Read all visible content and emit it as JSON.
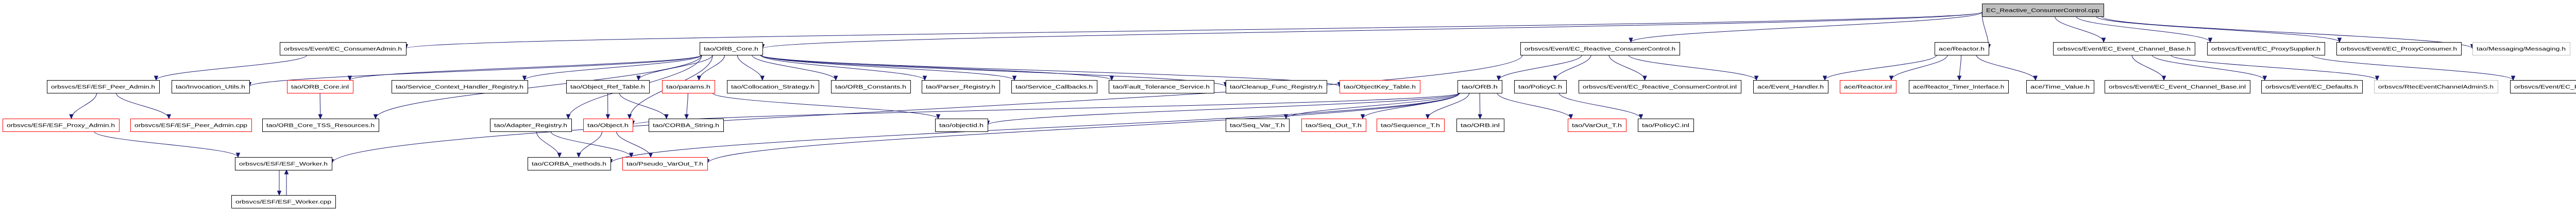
{
  "title": "EC_Reactive_ConsumerControl.cpp include dependency graph",
  "colors": {
    "edge": "#191970",
    "normal_border": "#000000",
    "red_border": "#ff0000",
    "gray_border": "#bfbfbf",
    "root_fill": "#bfbfbf"
  },
  "nodes": [
    {
      "id": "root",
      "label": "EC_Reactive_ConsumerControl.cpp",
      "style": "root"
    },
    {
      "id": "ec_consumeradmin_h",
      "label": "orbsvcs/Event/EC_ConsumerAdmin.h",
      "style": "normal"
    },
    {
      "id": "orb_core_h",
      "label": "tao/ORB_Core.h",
      "style": "normal"
    },
    {
      "id": "ec_rcc_h",
      "label": "orbsvcs/Event/EC_Reactive_ConsumerControl.h",
      "style": "normal"
    },
    {
      "id": "reactor_h",
      "label": "ace/Reactor.h",
      "style": "normal"
    },
    {
      "id": "ec_ecb_h",
      "label": "orbsvcs/Event/EC_Event_Channel_Base.h",
      "style": "normal"
    },
    {
      "id": "ec_proxysupplier_h",
      "label": "orbsvcs/Event/EC_ProxySupplier.h",
      "style": "normal"
    },
    {
      "id": "ec_proxyconsumer_h",
      "label": "orbsvcs/Event/EC_ProxyConsumer.h",
      "style": "normal"
    },
    {
      "id": "messaging_h",
      "label": "tao/Messaging/Messaging.h",
      "style": "gray"
    },
    {
      "id": "esf_peer_admin_h",
      "label": "orbsvcs/ESF/ESF_Peer_Admin.h",
      "style": "normal"
    },
    {
      "id": "invocation_utils_h",
      "label": "tao/Invocation_Utils.h",
      "style": "normal"
    },
    {
      "id": "orb_core_inl",
      "label": "tao/ORB_Core.inl",
      "style": "red"
    },
    {
      "id": "sch_registry_h",
      "label": "tao/Service_Context_Handler_Registry.h",
      "style": "normal"
    },
    {
      "id": "object_ref_table_h",
      "label": "tao/Object_Ref_Table.h",
      "style": "normal"
    },
    {
      "id": "params_h",
      "label": "tao/params.h",
      "style": "red"
    },
    {
      "id": "collocation_strategy_h",
      "label": "tao/Collocation_Strategy.h",
      "style": "normal"
    },
    {
      "id": "orb_constants_h",
      "label": "tao/ORB_Constants.h",
      "style": "normal"
    },
    {
      "id": "parser_registry_h",
      "label": "tao/Parser_Registry.h",
      "style": "normal"
    },
    {
      "id": "service_callbacks_h",
      "label": "tao/Service_Callbacks.h",
      "style": "normal"
    },
    {
      "id": "fault_tolerance_h",
      "label": "tao/Fault_Tolerance_Service.h",
      "style": "normal"
    },
    {
      "id": "cleanup_func_h",
      "label": "tao/Cleanup_Func_Registry.h",
      "style": "normal"
    },
    {
      "id": "objectkey_table_h",
      "label": "tao/ObjectKey_Table.h",
      "style": "red"
    },
    {
      "id": "orb_h",
      "label": "tao/ORB.h",
      "style": "normal"
    },
    {
      "id": "policyc_h",
      "label": "tao/PolicyC.h",
      "style": "normal"
    },
    {
      "id": "ec_rcc_inl",
      "label": "orbsvcs/Event/EC_Reactive_ConsumerControl.inl",
      "style": "normal"
    },
    {
      "id": "event_handler_h",
      "label": "ace/Event_Handler.h",
      "style": "normal"
    },
    {
      "id": "reactor_inl",
      "label": "ace/Reactor.inl",
      "style": "red"
    },
    {
      "id": "reactor_timer_h",
      "label": "ace/Reactor_Timer_Interface.h",
      "style": "normal"
    },
    {
      "id": "time_value_h",
      "label": "ace/Time_Value.h",
      "style": "normal"
    },
    {
      "id": "ec_ecb_inl",
      "label": "orbsvcs/Event/EC_Event_Channel_Base.inl",
      "style": "normal"
    },
    {
      "id": "ec_defaults_h",
      "label": "orbsvcs/Event/EC_Defaults.h",
      "style": "normal"
    },
    {
      "id": "rtec_admins_h",
      "label": "orbsvcs/RtecEventChannelAdminS.h",
      "style": "gray"
    },
    {
      "id": "ec_proxysupplier_inl",
      "label": "orbsvcs/Event/EC_ProxySupplier.inl",
      "style": "normal"
    },
    {
      "id": "esf_proxy_admin_h",
      "label": "orbsvcs/ESF/ESF_Proxy_Admin.h",
      "style": "red"
    },
    {
      "id": "esf_peer_admin_cpp",
      "label": "orbsvcs/ESF/ESF_Peer_Admin.cpp",
      "style": "red"
    },
    {
      "id": "orb_core_tss_h",
      "label": "tao/ORB_Core_TSS_Resources.h",
      "style": "normal"
    },
    {
      "id": "adapter_registry_h",
      "label": "tao/Adapter_Registry.h",
      "style": "normal"
    },
    {
      "id": "object_h",
      "label": "tao/Object.h",
      "style": "red"
    },
    {
      "id": "corba_string_h",
      "label": "tao/CORBA_String.h",
      "style": "normal"
    },
    {
      "id": "objectid_h",
      "label": "tao/objectid.h",
      "style": "normal"
    },
    {
      "id": "seq_var_t_h",
      "label": "tao/Seq_Var_T.h",
      "style": "normal"
    },
    {
      "id": "seq_out_t_h",
      "label": "tao/Seq_Out_T.h",
      "style": "red"
    },
    {
      "id": "sequence_t_h",
      "label": "tao/Sequence_T.h",
      "style": "red"
    },
    {
      "id": "orb_inl",
      "label": "tao/ORB.inl",
      "style": "normal"
    },
    {
      "id": "varout_t_h",
      "label": "tao/VarOut_T.h",
      "style": "red"
    },
    {
      "id": "policyc_inl",
      "label": "tao/PolicyC.inl",
      "style": "normal"
    },
    {
      "id": "esf_worker_h",
      "label": "orbsvcs/ESF/ESF_Worker.h",
      "style": "normal"
    },
    {
      "id": "corba_methods_h",
      "label": "tao/CORBA_methods.h",
      "style": "normal"
    },
    {
      "id": "pseudo_varout_t_h",
      "label": "tao/Pseudo_VarOut_T.h",
      "style": "red"
    },
    {
      "id": "esf_worker_cpp",
      "label": "orbsvcs/ESF/ESF_Worker.cpp",
      "style": "normal"
    }
  ],
  "edges": [
    [
      "root",
      "ec_consumeradmin_h"
    ],
    [
      "root",
      "orb_core_h"
    ],
    [
      "root",
      "ec_rcc_h"
    ],
    [
      "root",
      "reactor_h"
    ],
    [
      "root",
      "ec_ecb_h"
    ],
    [
      "root",
      "ec_proxysupplier_h"
    ],
    [
      "root",
      "ec_proxyconsumer_h"
    ],
    [
      "root",
      "messaging_h"
    ],
    [
      "ec_consumeradmin_h",
      "esf_peer_admin_h"
    ],
    [
      "esf_peer_admin_h",
      "esf_proxy_admin_h"
    ],
    [
      "esf_peer_admin_h",
      "esf_peer_admin_cpp"
    ],
    [
      "esf_proxy_admin_h",
      "esf_worker_h"
    ],
    [
      "esf_worker_h",
      "esf_worker_cpp"
    ],
    [
      "esf_worker_cpp",
      "esf_worker_h"
    ],
    [
      "orb_core_h",
      "invocation_utils_h"
    ],
    [
      "orb_core_h",
      "orb_core_inl"
    ],
    [
      "orb_core_h",
      "orb_core_tss_h"
    ],
    [
      "orb_core_h",
      "adapter_registry_h"
    ],
    [
      "orb_core_h",
      "sch_registry_h"
    ],
    [
      "orb_core_h",
      "object_h"
    ],
    [
      "orb_core_h",
      "object_ref_table_h"
    ],
    [
      "orb_core_h",
      "params_h"
    ],
    [
      "orb_core_h",
      "collocation_strategy_h"
    ],
    [
      "orb_core_h",
      "orb_constants_h"
    ],
    [
      "orb_core_h",
      "parser_registry_h"
    ],
    [
      "orb_core_h",
      "service_callbacks_h"
    ],
    [
      "orb_core_h",
      "fault_tolerance_h"
    ],
    [
      "orb_core_h",
      "cleanup_func_h"
    ],
    [
      "orb_core_h",
      "objectkey_table_h"
    ],
    [
      "orb_core_inl",
      "orb_core_tss_h"
    ],
    [
      "object_ref_table_h",
      "object_h"
    ],
    [
      "object_ref_table_h",
      "corba_string_h"
    ],
    [
      "params_h",
      "corba_string_h"
    ],
    [
      "params_h",
      "objectid_h"
    ],
    [
      "adapter_registry_h",
      "corba_methods_h"
    ],
    [
      "adapter_registry_h",
      "pseudo_varout_t_h"
    ],
    [
      "object_h",
      "corba_methods_h"
    ],
    [
      "object_h",
      "pseudo_varout_t_h"
    ],
    [
      "ec_rcc_h",
      "orb_h"
    ],
    [
      "ec_rcc_h",
      "policyc_h"
    ],
    [
      "ec_rcc_h",
      "ec_rcc_inl"
    ],
    [
      "ec_rcc_h",
      "event_handler_h"
    ],
    [
      "ec_rcc_h",
      "esf_worker_h"
    ],
    [
      "orb_h",
      "objectid_h"
    ],
    [
      "orb_h",
      "seq_var_t_h"
    ],
    [
      "orb_h",
      "seq_out_t_h"
    ],
    [
      "orb_h",
      "sequence_t_h"
    ],
    [
      "orb_h",
      "orb_inl"
    ],
    [
      "orb_h",
      "varout_t_h"
    ],
    [
      "orb_h",
      "object_h"
    ],
    [
      "orb_h",
      "corba_methods_h"
    ],
    [
      "orb_h",
      "pseudo_varout_t_h"
    ],
    [
      "policyc_h",
      "policyc_inl"
    ],
    [
      "reactor_h",
      "event_handler_h"
    ],
    [
      "reactor_h",
      "reactor_inl"
    ],
    [
      "reactor_h",
      "reactor_timer_h"
    ],
    [
      "reactor_h",
      "time_value_h"
    ],
    [
      "ec_ecb_h",
      "ec_ecb_inl"
    ],
    [
      "ec_ecb_h",
      "ec_defaults_h"
    ],
    [
      "ec_ecb_h",
      "rtec_admins_h"
    ],
    [
      "ec_proxysupplier_h",
      "ec_proxysupplier_inl"
    ]
  ]
}
